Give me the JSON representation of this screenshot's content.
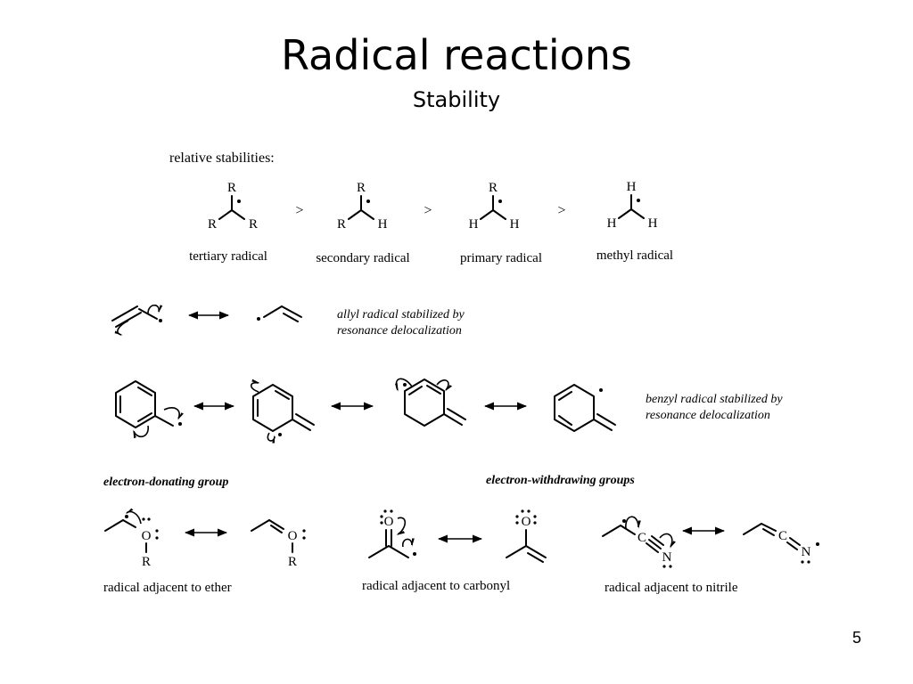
{
  "slide": {
    "title": "Radical reactions",
    "subtitle": "Stability",
    "page_number": "5"
  },
  "stabilities": {
    "heading": "relative stabilities:",
    "greater_than": ">",
    "radicals": [
      {
        "label": "tertiary radical",
        "top": "R",
        "left": "R",
        "right": "R"
      },
      {
        "label": "secondary radical",
        "top": "R",
        "left": "R",
        "right": "H"
      },
      {
        "label": "primary radical",
        "top": "R",
        "left": "H",
        "right": "H"
      },
      {
        "label": "methyl radical",
        "top": "H",
        "left": "H",
        "right": "H"
      }
    ]
  },
  "allyl": {
    "caption_line1": "allyl radical stabilized by",
    "caption_line2": "resonance delocalization"
  },
  "benzyl": {
    "caption_line1": "benzyl radical stabilized by",
    "caption_line2": "resonance delocalization"
  },
  "substituents": {
    "donating_heading": "electron-donating group",
    "withdrawing_heading": "electron-withdrawing groups",
    "ether": {
      "caption": "radical adjacent to ether",
      "oxygen": "O",
      "r_group": "R"
    },
    "carbonyl": {
      "caption": "radical adjacent to carbonyl",
      "oxygen": "O"
    },
    "nitrile": {
      "caption": "radical adjacent to nitrile",
      "carbon": "C",
      "nitrogen": "N"
    }
  }
}
